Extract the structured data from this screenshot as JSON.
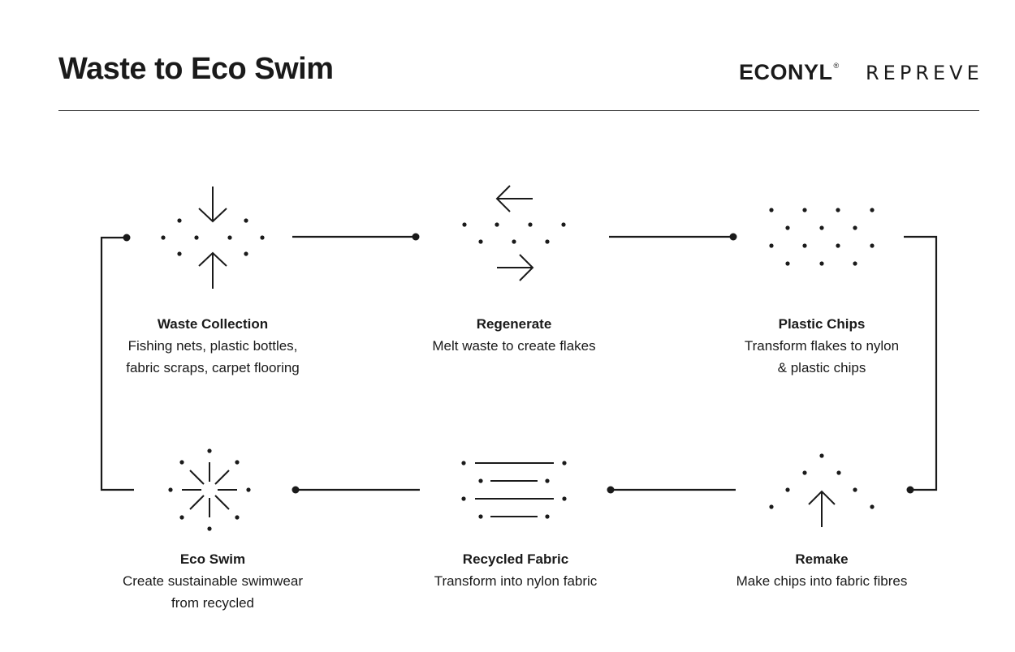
{
  "header": {
    "title": "Waste to Eco Swim",
    "brands": [
      "ECONYL",
      "REPREVE"
    ],
    "econyl_mark": "®"
  },
  "steps": [
    {
      "title": "Waste Collection",
      "description": "Fishing nets, plastic bottles,\nfabric scraps, carpet flooring",
      "icon": "converging-arrows-icon"
    },
    {
      "title": "Regenerate",
      "description": "Melt waste to create flakes",
      "icon": "opposing-arrows-icon"
    },
    {
      "title": "Plastic Chips",
      "description": "Transform flakes to nylon\n& plastic chips",
      "icon": "dot-grid-icon"
    },
    {
      "title": "Remake",
      "description": "Make chips into fabric fibres",
      "icon": "up-arrow-dots-icon"
    },
    {
      "title": "Recycled Fabric",
      "description": "Transform into nylon fabric",
      "icon": "fabric-lines-icon"
    },
    {
      "title": "Eco Swim",
      "description": "Create sustainable swimwear\nfrom recycled",
      "icon": "starburst-icon"
    }
  ],
  "colors": {
    "ink": "#1a1a1a",
    "background": "#ffffff"
  }
}
